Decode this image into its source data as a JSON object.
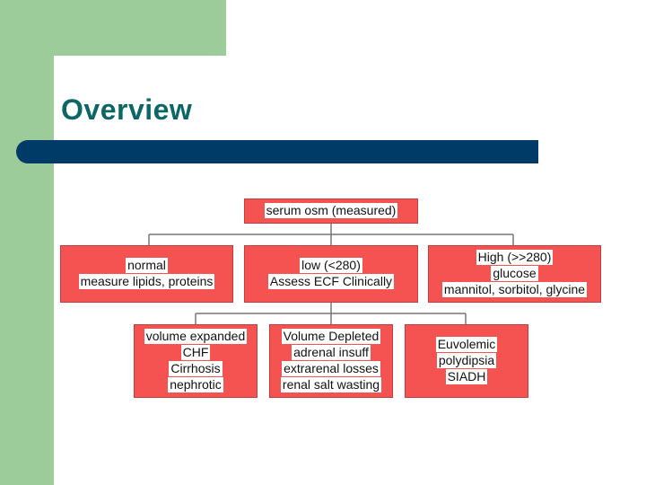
{
  "slide": {
    "title": "Overview"
  },
  "colors": {
    "side_band": "#9ccc99",
    "title_text": "#0d6666",
    "title_bar": "#003a66",
    "node_fill": "#f45352",
    "connector": "#777777"
  },
  "diagram": {
    "root": {
      "lines": [
        "serum osm (measured)"
      ]
    },
    "level1": [
      {
        "lines": [
          "normal",
          "measure lipids, proteins"
        ]
      },
      {
        "lines": [
          "low (<280)",
          "Assess ECF Clinically"
        ]
      },
      {
        "lines": [
          "High (>>280)",
          "glucose",
          "mannitol, sorbitol, glycine"
        ]
      }
    ],
    "level2": [
      {
        "lines": [
          "volume expanded",
          "CHF",
          "Cirrhosis",
          "nephrotic"
        ]
      },
      {
        "lines": [
          "Volume Depleted",
          "adrenal insuff",
          "extrarenal losses",
          "renal salt wasting"
        ]
      },
      {
        "lines": [
          "Euvolemic",
          "polydipsia",
          "SIADH"
        ]
      }
    ]
  }
}
